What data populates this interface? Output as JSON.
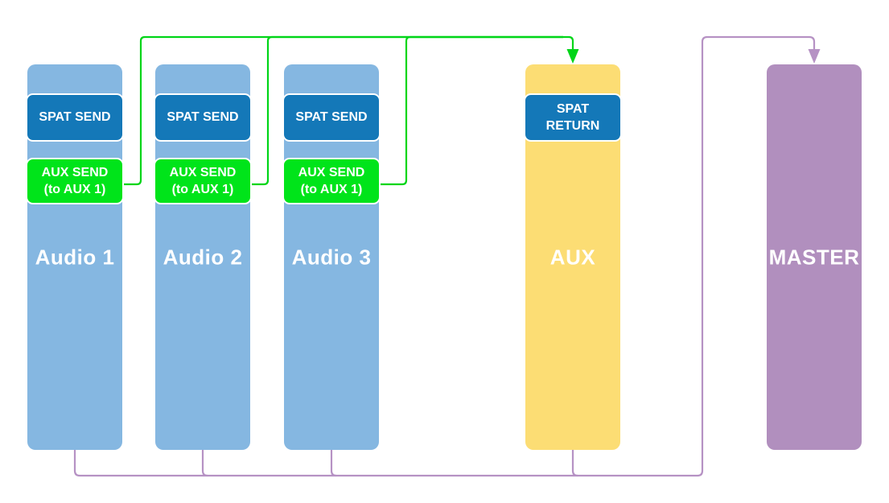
{
  "diagram": {
    "title": "",
    "channels": [
      {
        "label": "Audio 1",
        "type": "audio-track",
        "badges": {
          "spat_send": "SPAT SEND",
          "aux_send_line1": "AUX SEND",
          "aux_send_line2": "(to AUX 1)"
        }
      },
      {
        "label": "Audio 2",
        "type": "audio-track",
        "badges": {
          "spat_send": "SPAT SEND",
          "aux_send_line1": "AUX SEND",
          "aux_send_line2": "(to AUX 1)"
        }
      },
      {
        "label": "Audio 3",
        "type": "audio-track",
        "badges": {
          "spat_send": "SPAT SEND",
          "aux_send_line1": "AUX SEND",
          "aux_send_line2": "(to AUX 1)"
        }
      },
      {
        "label": "AUX",
        "type": "aux-bus",
        "badges": {
          "spat_return_line1": "SPAT",
          "spat_return_line2": "RETURN"
        }
      },
      {
        "label": "MASTER",
        "type": "master-bus",
        "badges": {}
      }
    ],
    "connections": [
      {
        "from": "Audio 1 AUX SEND",
        "to": "AUX",
        "color": "green"
      },
      {
        "from": "Audio 2 AUX SEND",
        "to": "AUX",
        "color": "green"
      },
      {
        "from": "Audio 3 AUX SEND",
        "to": "AUX",
        "color": "green"
      },
      {
        "from": "Audio 1",
        "to": "MASTER",
        "color": "purple"
      },
      {
        "from": "Audio 2",
        "to": "MASTER",
        "color": "purple"
      },
      {
        "from": "Audio 3",
        "to": "MASTER",
        "color": "purple"
      },
      {
        "from": "AUX",
        "to": "MASTER",
        "color": "purple"
      }
    ],
    "colors": {
      "channel_blue": "#85b7e1",
      "badge_dark_blue": "#1478b8",
      "badge_bright_green": "#00e41a",
      "aux_yellow": "#fcdd74",
      "master_purple": "#b18fbe",
      "wire_green": "#00d518",
      "wire_purple": "#b692c4",
      "label_text": "#ffffff"
    }
  }
}
